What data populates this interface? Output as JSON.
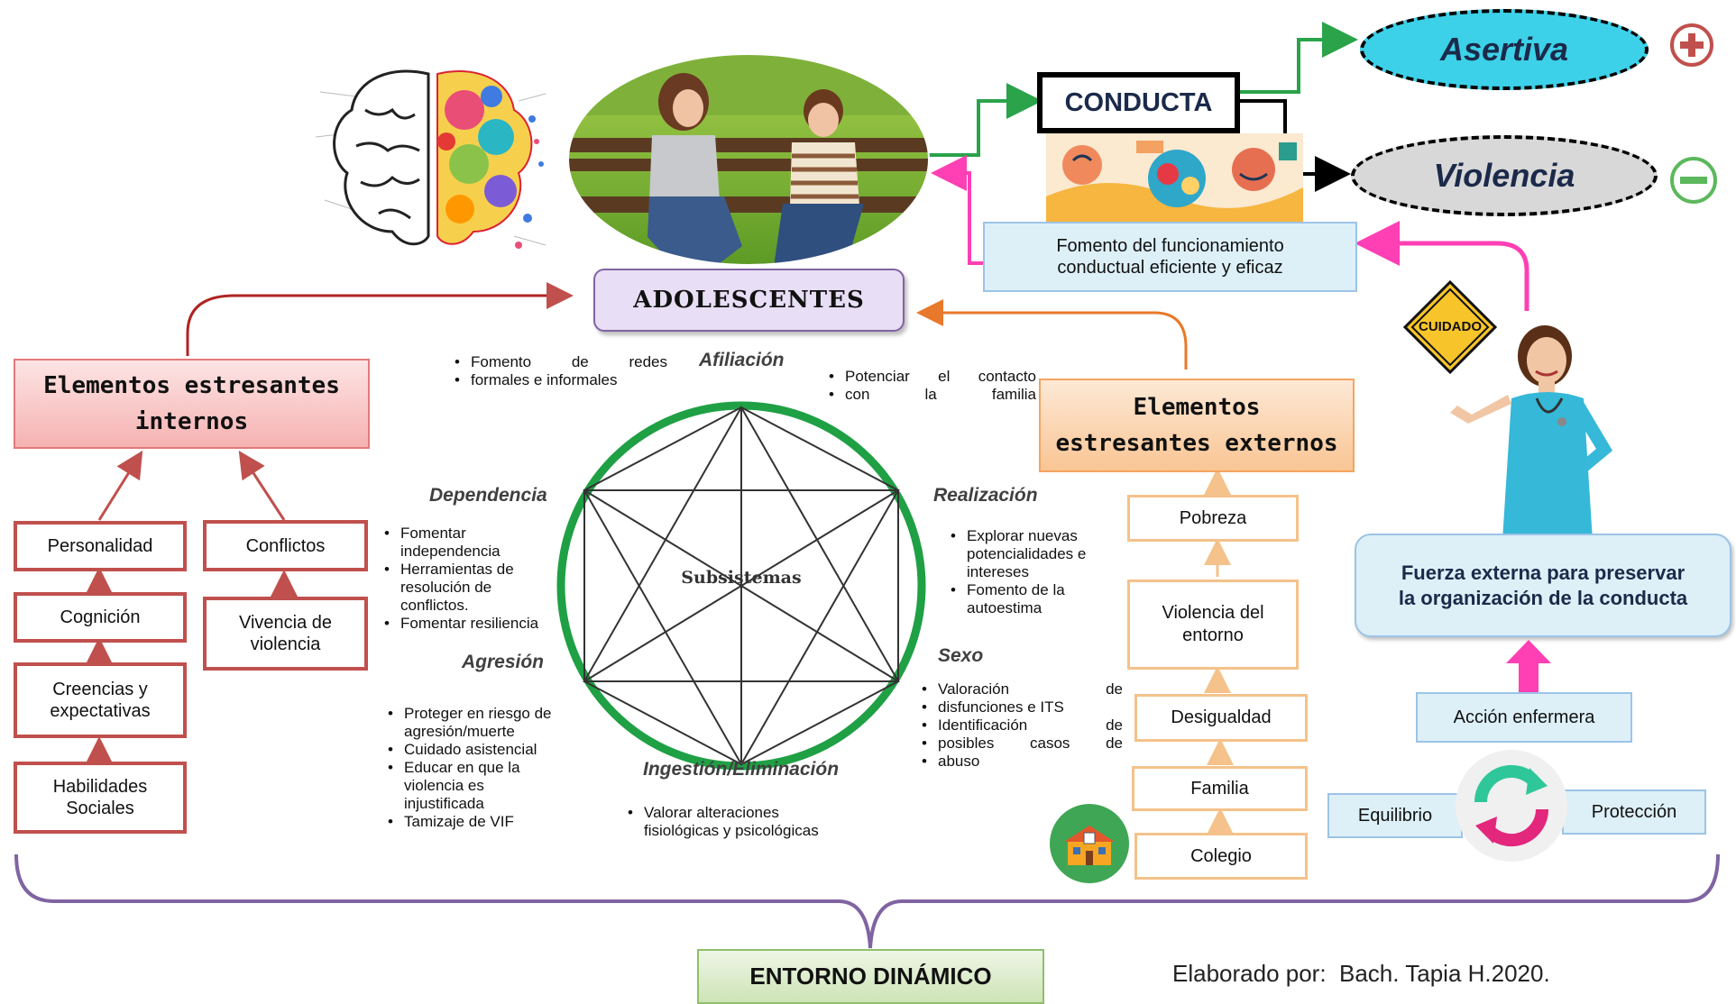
{
  "adolescentes": "ADOLESCENTES",
  "conducta": "CONDUCTA",
  "asertiva": "Asertiva",
  "violencia": "Violencia",
  "fomento_funcionamiento": [
    "Fomento del funcionamiento",
    "conductual eficiente y eficaz"
  ],
  "internos": {
    "title": [
      "Elementos estresantes",
      "internos"
    ],
    "left_column": [
      "Personalidad",
      "Cognición",
      [
        "Creencias y",
        "expectativas"
      ],
      [
        "Habilidades",
        "Sociales"
      ]
    ],
    "right_column": [
      "Conflictos",
      [
        "Vivencia de",
        "violencia"
      ]
    ]
  },
  "externos": {
    "title": [
      "Elementos",
      "estresantes externos"
    ],
    "items": [
      "Pobreza",
      [
        "Violencia del",
        "entorno"
      ],
      "Desigualdad",
      "Familia",
      "Colegio"
    ]
  },
  "subsistemas": {
    "center_label": "Subsistemas",
    "labels": {
      "afiliacion": "Afiliación",
      "dependencia": "Dependencia",
      "realizacion": "Realización",
      "agresion": "Agresión",
      "sexo": "Sexo",
      "ingestion": "Ingestión/Eliminación"
    },
    "afiliacion_left": [
      "Fomento de redes",
      "formales e informales"
    ],
    "afiliacion_right": [
      "Potenciar el contacto",
      "con la familia"
    ],
    "dependencia_items": [
      [
        "Fomentar",
        "independencia"
      ],
      [
        "Herramientas de",
        "resolución de",
        "conflictos."
      ],
      [
        "Fomentar resiliencia"
      ]
    ],
    "realizacion_items": [
      [
        "Explorar nuevas",
        "potencialidades e",
        "intereses"
      ],
      [
        "Fomento de la",
        "autoestima"
      ]
    ],
    "agresion_items": [
      [
        "Proteger en riesgo de",
        "agresión/muerte"
      ],
      [
        "Cuidado asistencial"
      ],
      [
        "Educar en que la",
        "violencia es",
        "injustificada"
      ],
      [
        "Tamizaje de VIF"
      ]
    ],
    "sexo_items": [
      [
        "Valoración de",
        "disfunciones e ITS"
      ],
      [
        "Identificación de",
        "posibles casos de",
        "abuso"
      ]
    ],
    "ingestion_items": [
      [
        "Valorar alteraciones",
        "fisiológicas y psicológicas"
      ]
    ]
  },
  "cuidado_sign": "CUIDADO",
  "fuerza_externa": [
    "Fuerza externa para preservar",
    "la organización de la conducta"
  ],
  "accion_enfermera": "Acción enfermera",
  "equilibrio": "Equilibrio",
  "proteccion": "Protección",
  "entorno": "ENTORNO DINÁMICO",
  "credit": "Elaborado por:  Bach. Tapia H.2020.",
  "colors": {
    "green": "#2aa34a",
    "red": "#c0504d",
    "orange": "#f4a460",
    "pink": "#ff3fb4",
    "purple": "#8064a2",
    "cyan": "#3cd1e8"
  },
  "icons": [
    "brain-illustration",
    "adolescents-photo",
    "emotions-illustration",
    "plus-icon",
    "minus-icon",
    "caution-sign",
    "nurse-figure",
    "school-icon",
    "cycle-arrows-icon"
  ]
}
